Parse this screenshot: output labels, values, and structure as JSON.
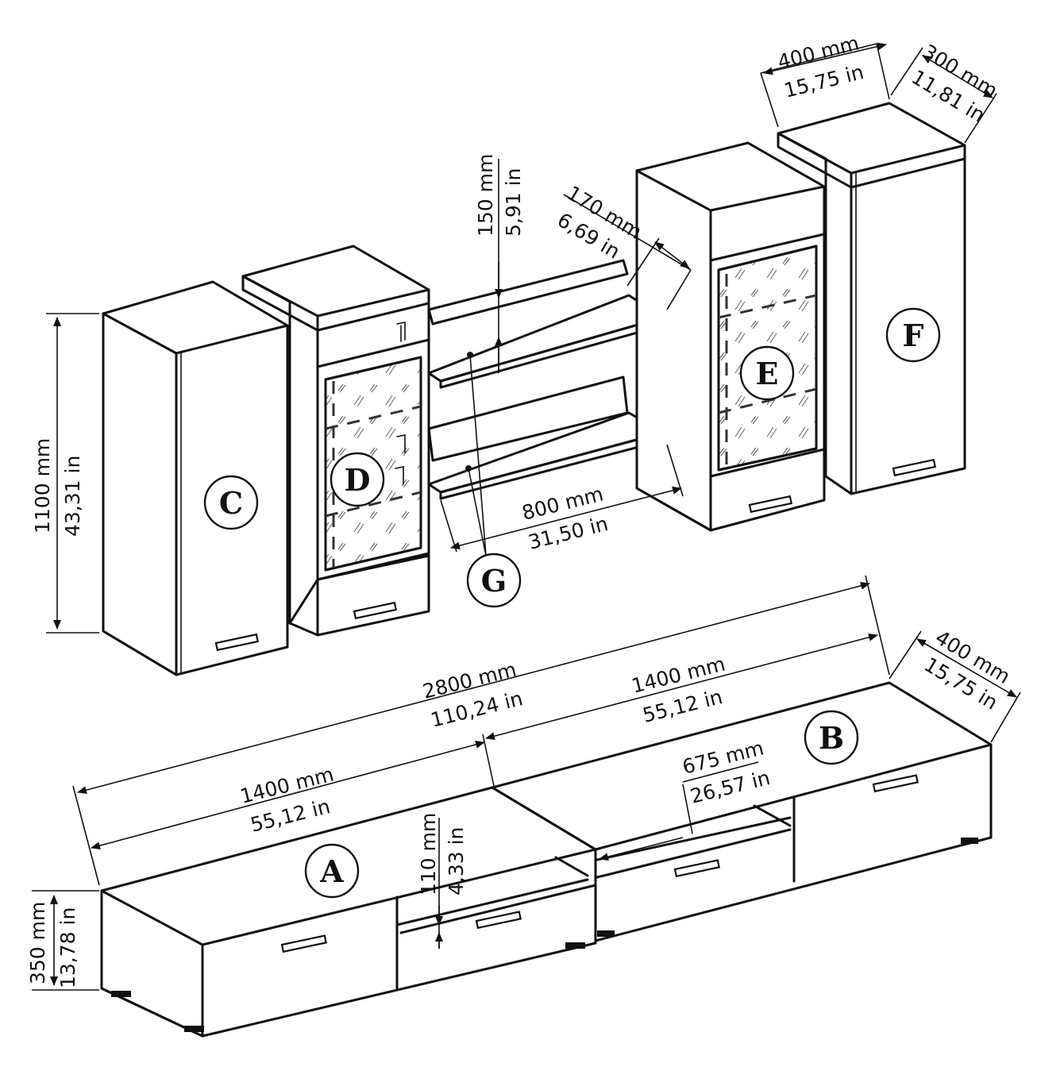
{
  "units": {
    "mm": "mm",
    "in": "in"
  },
  "labels": {
    "A": "A",
    "B": "B",
    "C": "C",
    "D": "D",
    "E": "E",
    "F": "F",
    "G": "G"
  },
  "dimensions": {
    "F_width": {
      "mm": "400 mm",
      "in": "15,75 in"
    },
    "F_depth": {
      "mm": "300 mm",
      "in": "11,81 in"
    },
    "shelf_gap": {
      "mm": "150 mm",
      "in": "5,91 in"
    },
    "shelf_depth": {
      "mm": "170 mm",
      "in": "6,69 in"
    },
    "C_height": {
      "mm": "1100 mm",
      "in": "43,31 in"
    },
    "shelf_width": {
      "mm": "800 mm",
      "in": "31,50 in"
    },
    "total_width": {
      "mm": "2800 mm",
      "in": "110,24 in"
    },
    "B_width": {
      "mm": "1400 mm",
      "in": "55,12 in"
    },
    "B_depth": {
      "mm": "400 mm",
      "in": "15,75 in"
    },
    "A_width": {
      "mm": "1400 mm",
      "in": "55,12 in"
    },
    "niche_width": {
      "mm": "675 mm",
      "in": "26,57 in"
    },
    "niche_height": {
      "mm": "110 mm",
      "in": "4,33 in"
    },
    "A_height": {
      "mm": "350 mm",
      "in": "13,78 in"
    }
  }
}
